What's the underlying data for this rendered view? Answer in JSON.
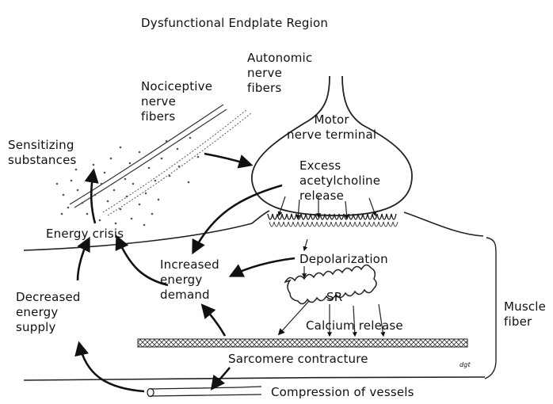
{
  "title": "Dysfunctional Endplate Region",
  "labels": {
    "autonomic": [
      "Autonomic",
      "nerve",
      "fibers"
    ],
    "nociceptive": [
      "Nociceptive",
      "nerve",
      "fibers"
    ],
    "motor_terminal": [
      "Motor",
      "nerve terminal"
    ],
    "sensitizing": [
      "Sensitizing",
      "substances"
    ],
    "excess_ach": [
      "Excess",
      "acetylcholine",
      "release"
    ],
    "energy_crisis": "Energy crisis",
    "increased_demand": [
      "Increased",
      "energy",
      "demand"
    ],
    "depolarization": "Depolarization",
    "decreased_supply": [
      "Decreased",
      "energy",
      "supply"
    ],
    "sr": "SR",
    "calcium_release": "Calcium release",
    "muscle_fiber": [
      "Muscle",
      "fiber"
    ],
    "sarcomere": "Sarcomere contracture",
    "compression": "Compression of vessels",
    "signature": "dgt"
  }
}
